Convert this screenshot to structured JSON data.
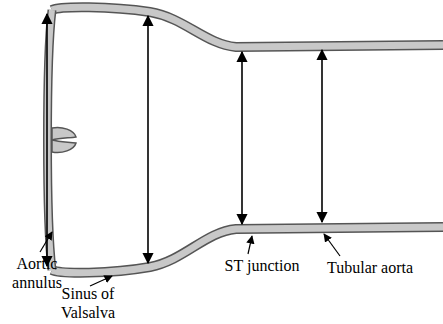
{
  "diagram": {
    "labels": [
      "Aortic annulus",
      "Sinus of Valsalva",
      "ST junction",
      "Tubular aorta"
    ]
  }
}
